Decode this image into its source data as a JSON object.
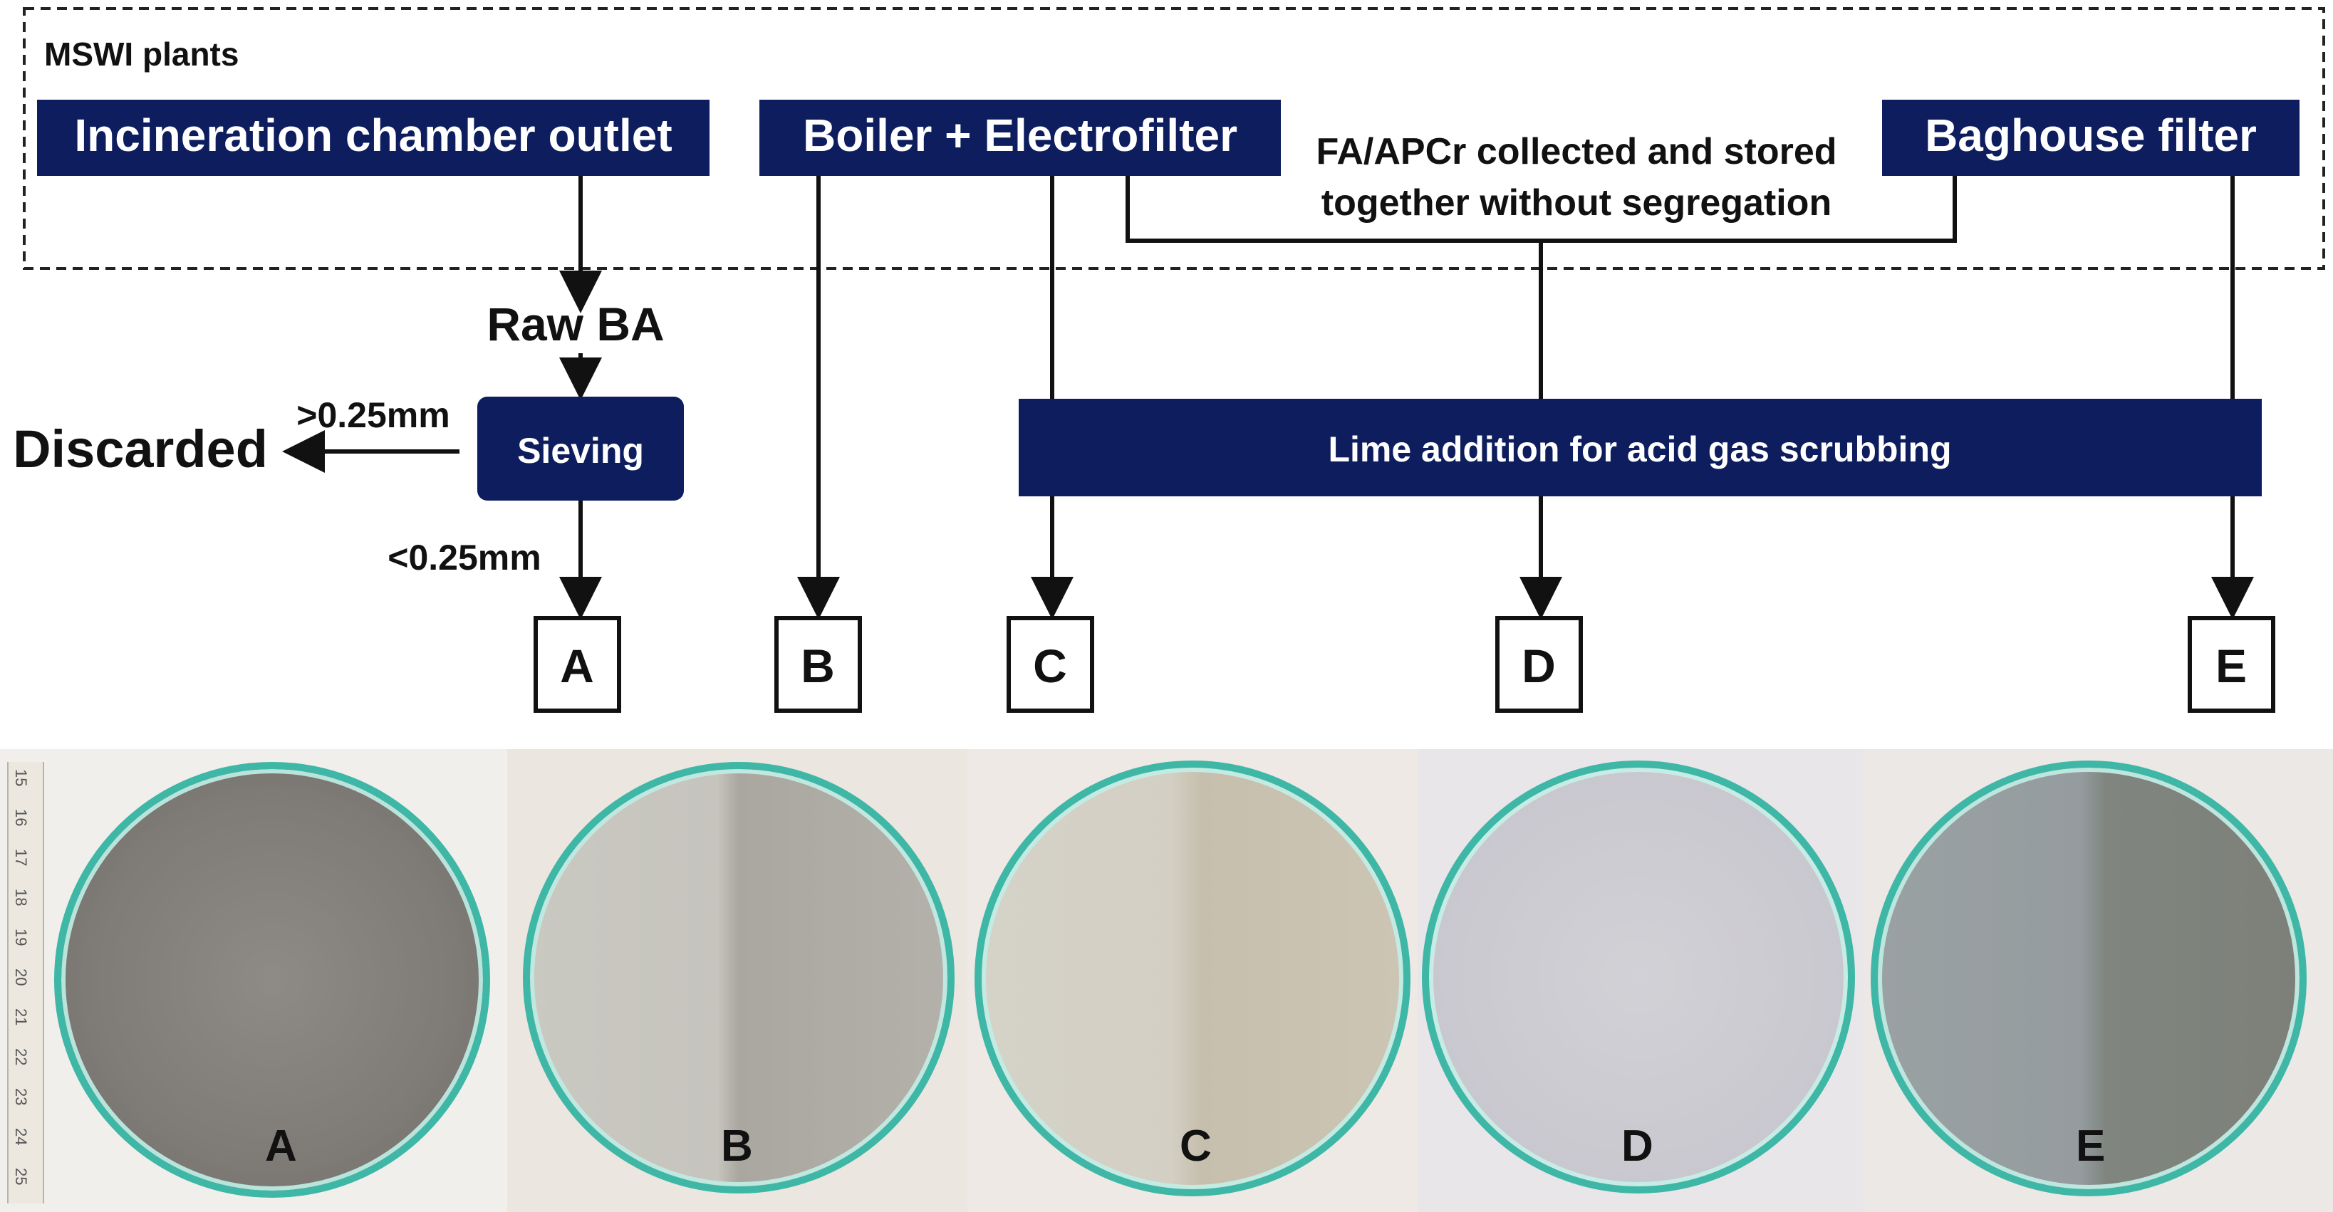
{
  "colors": {
    "box_fill": "#0d1d5e",
    "box_text": "#ffffff",
    "line": "#111111",
    "dashed_border": "#222222",
    "dish_rim": "#2aa79a"
  },
  "plant_group": {
    "label": "MSWI plants"
  },
  "boxes": {
    "incineration": "Incineration chamber outlet",
    "boiler": "Boiler + Electrofilter",
    "baghouse": "Baghouse filter",
    "sieving": "Sieving",
    "lime": "Lime addition for acid gas scrubbing"
  },
  "notes": {
    "collected_line1": "FA/APCr collected and stored",
    "collected_line2": "together without segregation",
    "raw_ba": "Raw BA",
    "discarded": "Discarded",
    "over": ">0.25mm",
    "under": "<0.25mm"
  },
  "samples": [
    "A",
    "B",
    "C",
    "D",
    "E"
  ],
  "photos": {
    "labels": [
      "A",
      "B",
      "C",
      "D",
      "E"
    ],
    "ruler_ticks": [
      "15",
      "16",
      "17",
      "18",
      "19",
      "20",
      "21",
      "22",
      "23",
      "24",
      "25"
    ]
  }
}
